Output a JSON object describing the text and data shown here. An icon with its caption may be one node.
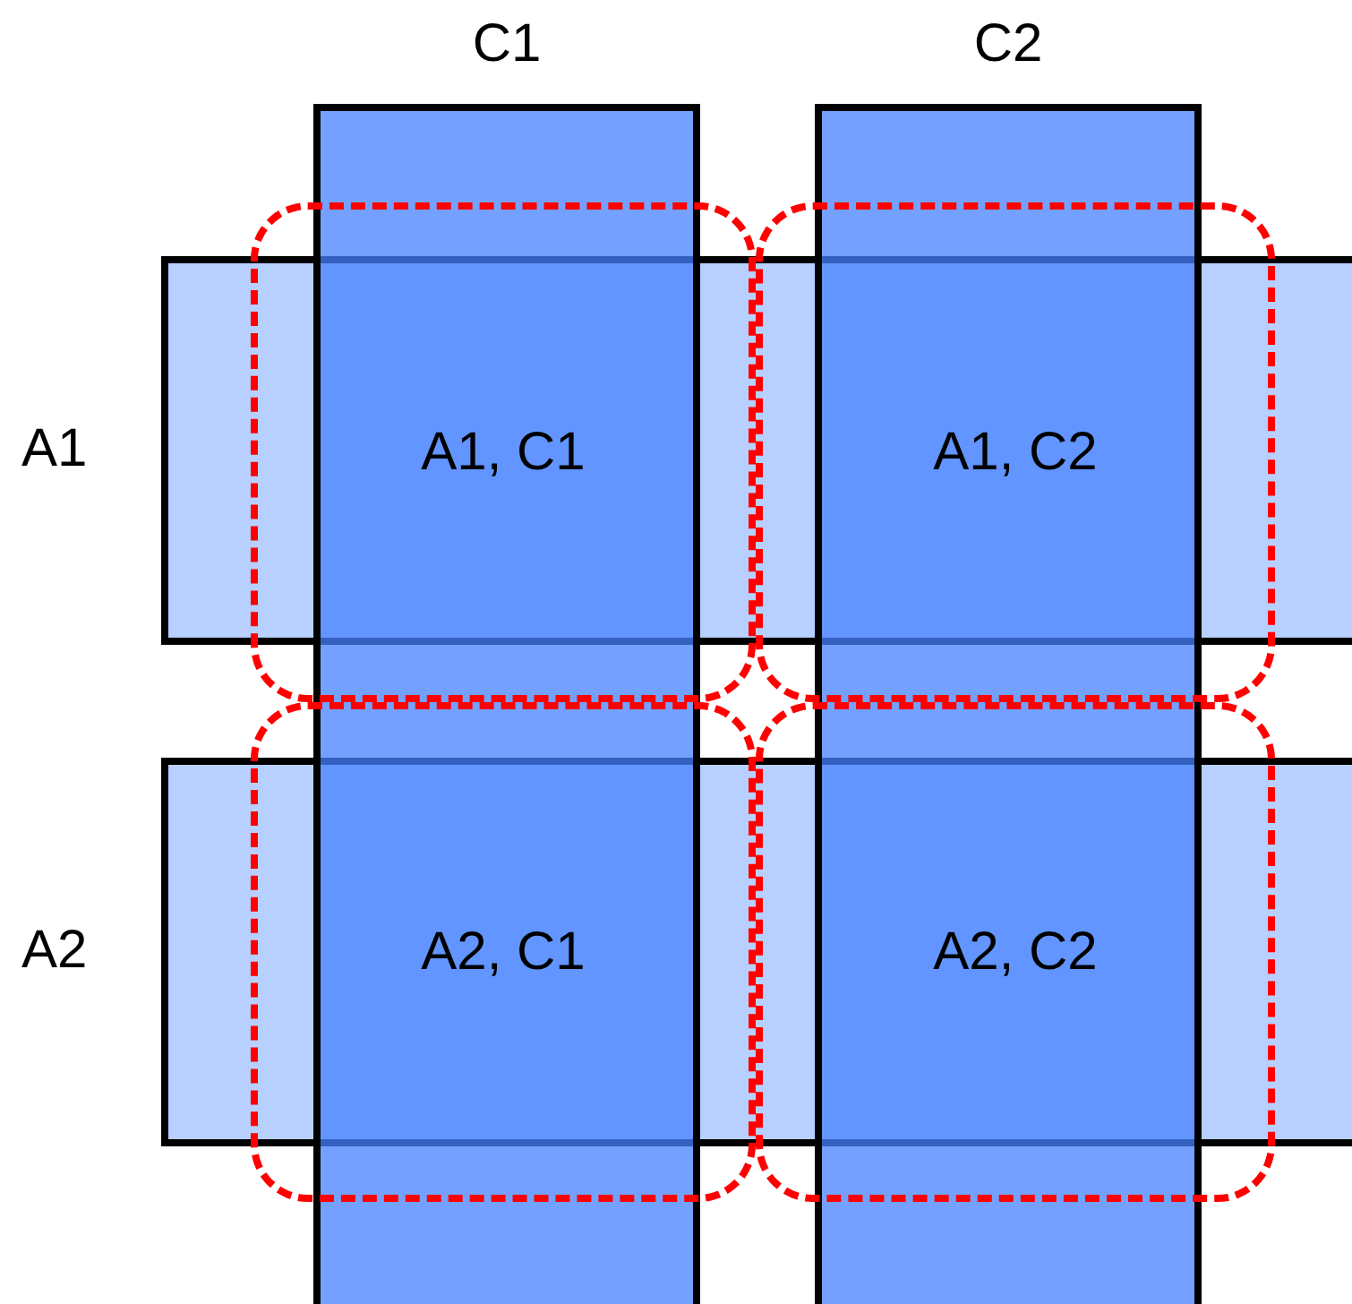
{
  "diagram": {
    "nodes": [
      {
        "text": [
          "C1"
        ]
      },
      {
        "text": [
          "C2"
        ]
      },
      {
        "text": [
          "A1"
        ]
      },
      {
        "text": [
          "A2"
        ]
      },
      {
        "text": [
          "A1, C1"
        ]
      },
      {
        "text": [
          "A1, C2"
        ]
      },
      {
        "text": [
          "A2, C1"
        ]
      },
      {
        "text": [
          "A2, C2"
        ]
      }
    ]
  }
}
